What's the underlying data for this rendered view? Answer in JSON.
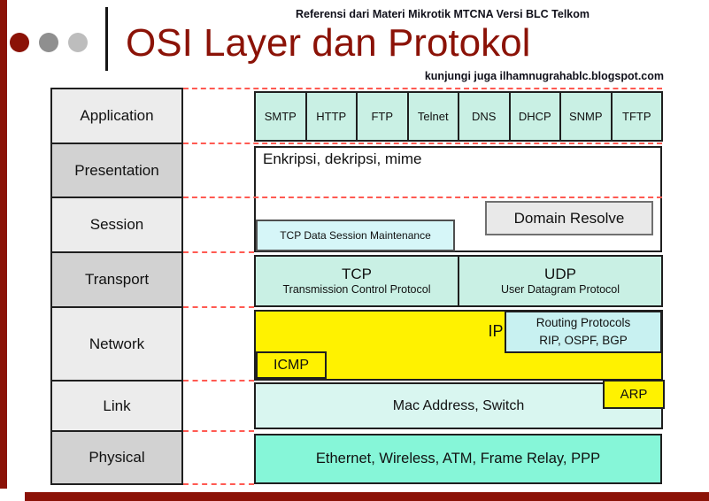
{
  "slide": {
    "reference": "Referensi dari Materi Mikrotik MTCNA Versi BLC Telkom",
    "title": "OSI Layer dan Protokol",
    "blog": "kunjungi juga ilhamnugrahablc.blogspot.com"
  },
  "colors": {
    "accent": "#8B1207",
    "mint": "#C9F0E4",
    "pale_blue": "#D6F6F8",
    "pale_mint": "#D9F6F0",
    "aqua": "#86F6D8",
    "yellow": "#FFF200",
    "label_light": "#ECECEC",
    "label_dark": "#D2D2D2",
    "divider_red": "#FF5A52"
  },
  "layers": {
    "application": {
      "label": "Application",
      "protocols": [
        "SMTP",
        "HTTP",
        "FTP",
        "Telnet",
        "DNS",
        "DHCP",
        "SNMP",
        "TFTP"
      ]
    },
    "presentation": {
      "label": "Presentation",
      "note": "Enkripsi, dekripsi, mime"
    },
    "session": {
      "label": "Session",
      "maintenance": "TCP Data Session Maintenance",
      "domain_resolve": "Domain Resolve"
    },
    "transport": {
      "label": "Transport",
      "tcp_title": "TCP",
      "tcp_sub": "Transmission Control Protocol",
      "udp_title": "UDP",
      "udp_sub": "User Datagram Protocol"
    },
    "network": {
      "label": "Network",
      "ip": "IP",
      "routing_line1": "Routing Protocols",
      "routing_line2": "RIP, OSPF, BGP",
      "icmp": "ICMP"
    },
    "link": {
      "label": "Link",
      "mac": "Mac Address, Switch",
      "arp": "ARP"
    },
    "physical": {
      "label": "Physical",
      "protocols_text": "Ethernet, Wireless, ATM, Frame Relay, PPP"
    }
  }
}
